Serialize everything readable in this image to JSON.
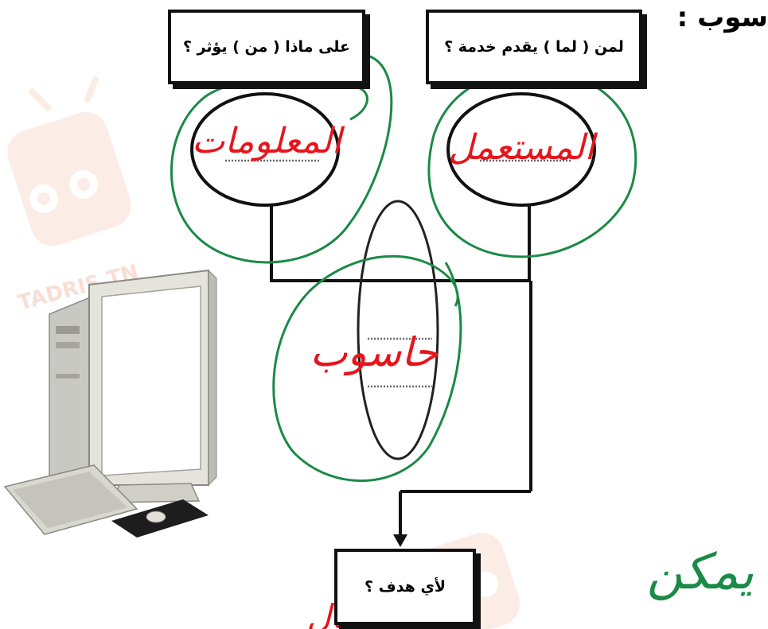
{
  "heading_fragment": "سوب :",
  "boxes": {
    "top_left": "على ماذا ( من ) يؤثر ؟",
    "top_right": "لمن ( لما ) يقدم خدمة ؟",
    "bottom": "لأي هدف ؟"
  },
  "handwritten": {
    "left_circle": "المعلومات",
    "right_circle": "المستعمل",
    "center_circle": "حاسوب",
    "green_side": "يمكن",
    "bottom_red": "ا      لـ     الـ  ـال"
  },
  "watermark": "TADRIS.TN",
  "colors": {
    "ink": "#111111",
    "red_ink": "#e8141b",
    "green_ink": "#1a8a46",
    "watermark": "#f4c9b8"
  }
}
